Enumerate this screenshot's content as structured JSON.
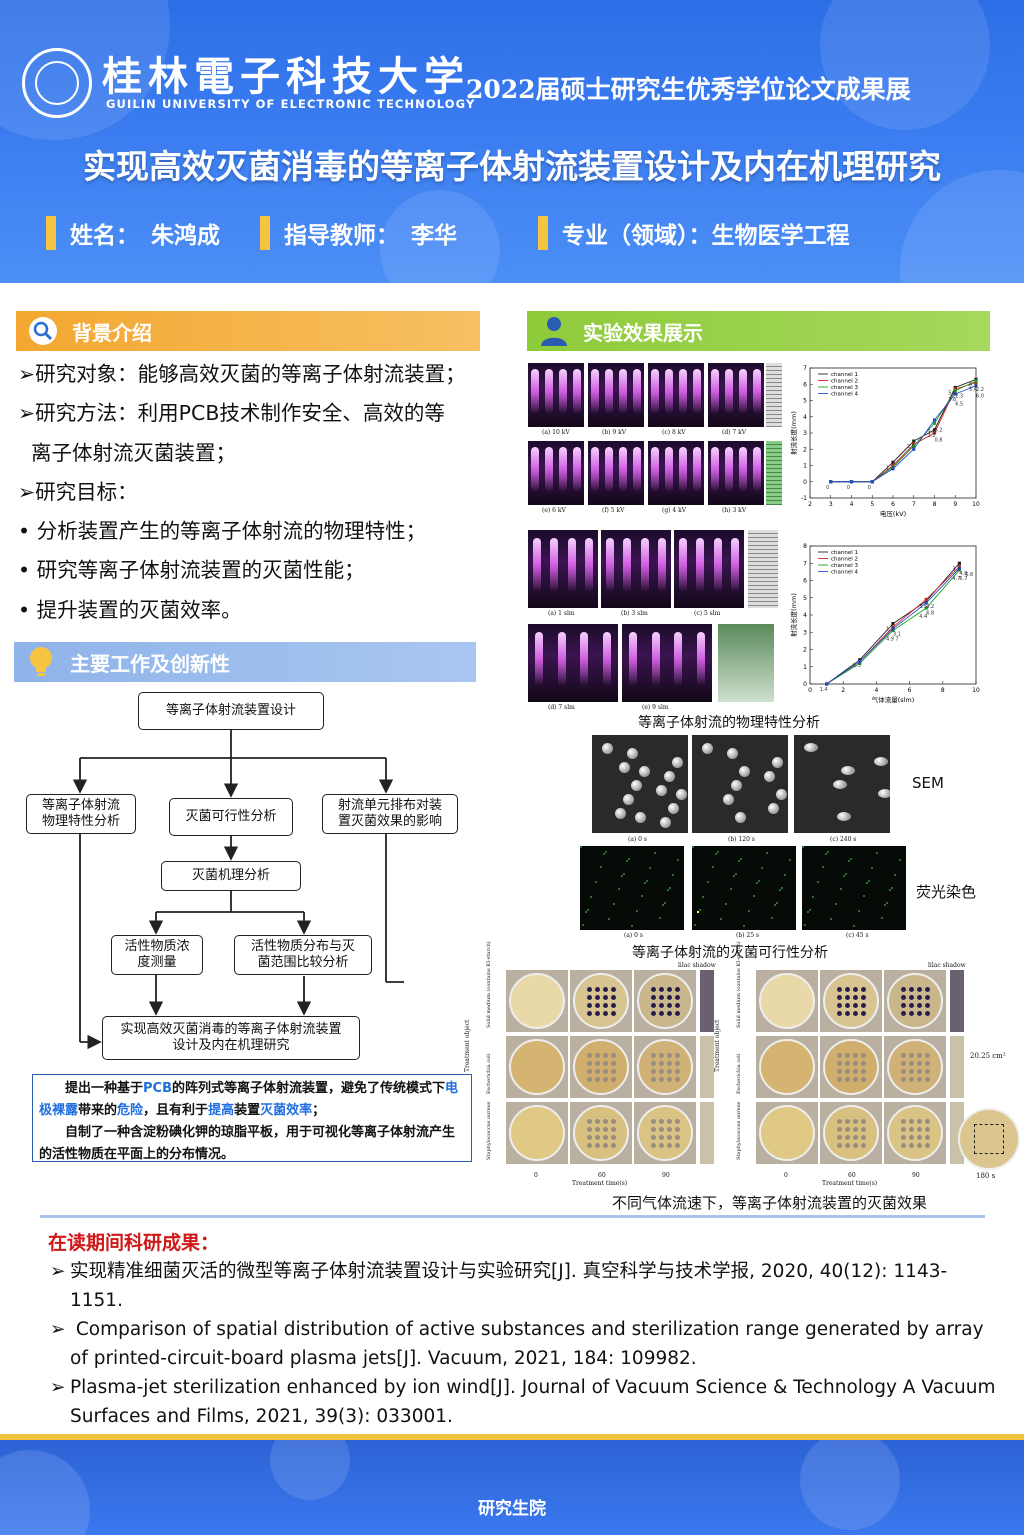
{
  "header": {
    "university_cn": "桂林電子科技大学",
    "university_en": "GUILIN UNIVERSITY OF ELECTRONIC TECHNOLOGY",
    "exhibit": "2022届硕士研究生优秀学位论文成果展",
    "title": "实现高效灭菌消毒的等离子体射流装置设计及内在机理研究",
    "name_label": "姓名：",
    "name": "朱鸿成",
    "advisor_label": "指导教师：",
    "advisor": "李华",
    "major_label": "专业（领域）：",
    "major": "生物医学工程"
  },
  "background": {
    "title": "背景介绍",
    "lines": [
      "➢研究对象：能够高效灭菌的等离子体射流装置；",
      "➢研究方法：利用PCB技术制作安全、高效的等",
      "  离子体射流灭菌装置；",
      "➢研究目标：",
      "• 分析装置产生的等离子体射流的物理特性；",
      "• 研究等离子体射流装置的灭菌性能；",
      "• 提升装置的灭菌效率。"
    ]
  },
  "main_work": {
    "title": "主要工作及创新性",
    "flow": {
      "design": "等离子体射流装置设计",
      "physics": "等离子体射流物理特性分析",
      "feasibility": "灭菌可行性分析",
      "arrangement": "射流单元排布对装置灭菌效果的影响",
      "mechanism": "灭菌机理分析",
      "concentration": "活性物质浓度测量",
      "distribution": "活性物质分布与灭菌范围比较分析",
      "result": "实现高效灭菌消毒的等离子体射流装置设计及内在机理研究"
    },
    "innovation": {
      "p1a": "提出一种基于",
      "p1b": "PCB",
      "p1c": "的阵列式等离子体射流装置，避免了传统模式下",
      "p1d": "电极裸露",
      "p1e": "带来的",
      "p1f": "危险",
      "p1g": "，且有利于",
      "p1h": "提高",
      "p1i": "装置",
      "p1j": "灭菌效率",
      "p1k": "；",
      "p2": "自制了一种含淀粉碘化钾的琼脂平板，用于可视化等离子体射流产生的活性物质在平面上的分布情况。"
    }
  },
  "results": {
    "title": "实验效果展示",
    "voltage_labels": [
      "(a) 10 kV",
      "(b) 9 kV",
      "(c) 8 kV",
      "(d) 7 kV",
      "(e) 6 kV",
      "(f) 5 kV",
      "(g) 4 kV",
      "(h) 3 kV"
    ],
    "flow_labels": [
      "(a) 1 slm",
      "(b) 3 slm",
      "(c) 5 slm",
      "(d) 7 slm",
      "(e) 9 slm"
    ],
    "physics_caption": "等离子体射流的物理特性分析",
    "sem_label": "SEM",
    "sem_times": [
      "(a)  0 s",
      "(b)  120 s",
      "(c)  240 s"
    ],
    "fluor_label": "荧光染色",
    "fluor_times": [
      "(a)  0 s",
      "(b)  25 s",
      "(c)  45 s"
    ],
    "feasibility_caption": "等离子体射流的灭菌可行性分析",
    "plate_caption": "不同气体流速下，等离子体射流装置的灭菌效果",
    "plate_notes": {
      "lilac": "lilac shadow",
      "area": "20.25 cm²",
      "time180": "180 s",
      "xlabel": "Treatment time(s)",
      "ticks": [
        "0",
        "60",
        "90"
      ],
      "ylabel": "Treatment object",
      "rows": [
        "Solid medium (contains KI-starch)",
        "Escherichia coli",
        "Staphylococcus aureus"
      ]
    }
  },
  "achievements": {
    "title": "在读期间科研成果：",
    "items": [
      "实现精准细菌灭活的微型等离子体射流装置设计与实验研究[J]. 真空科学与技术学报, 2020, 40(12): 1143-1151.",
      " Comparison of spatial distribution of active substances and sterilization range generated by array of printed-circuit-board plasma jets[J]. Vacuum, 2021, 184: 109982.",
      "Plasma-jet sterilization enhanced by ion wind[J]. Journal of Vacuum Science & Technology A Vacuum Surfaces and Films, 2021, 39(3): 033001."
    ]
  },
  "footer": {
    "text": "研究生院"
  },
  "chart_data": [
    {
      "type": "line",
      "xlabel": "电压(kV)",
      "ylabel": "射流长度(mm)",
      "xlim": [
        2,
        10
      ],
      "ylim": [
        -1,
        7
      ],
      "xticks": [
        2,
        3,
        4,
        5,
        6,
        7,
        8,
        9,
        10
      ],
      "yticks": [
        -1,
        0,
        1,
        2,
        3,
        4,
        5,
        6,
        7
      ],
      "legend": "top-left",
      "x": [
        3,
        4,
        5,
        6,
        7,
        8,
        9,
        10
      ],
      "series": [
        {
          "name": "channel 1",
          "color": "#222222",
          "values": [
            0,
            0,
            0,
            1.2,
            2.5,
            3.2,
            5.8,
            6.3
          ]
        },
        {
          "name": "channel 2",
          "color": "#d62020",
          "values": [
            0,
            0,
            0,
            1.0,
            2.3,
            3.0,
            5.7,
            6.1
          ]
        },
        {
          "name": "channel 3",
          "color": "#22a022",
          "values": [
            0,
            0,
            0,
            0.9,
            2.2,
            3.6,
            5.6,
            6.2
          ]
        },
        {
          "name": "channel 4",
          "color": "#2050d0",
          "values": [
            0,
            0,
            0,
            0.8,
            2.0,
            3.8,
            5.4,
            5.9
          ]
        }
      ],
      "data_labels": [
        "0",
        "0",
        "0",
        "1.2",
        "2.5",
        "3.2",
        "5.8",
        "6.3",
        "0.8",
        "2.3",
        "2.2",
        "3.8",
        "3.6",
        "5.4",
        "6.2",
        "6.5",
        "6.0"
      ]
    },
    {
      "type": "line",
      "xlabel": "气体流量(slm)",
      "ylabel": "射流长度(mm)",
      "xlim": [
        0,
        10
      ],
      "ylim": [
        0,
        8
      ],
      "xticks": [
        0,
        2,
        4,
        6,
        8,
        10
      ],
      "yticks": [
        0,
        1,
        2,
        3,
        4,
        5,
        6,
        7,
        8
      ],
      "legend": "top-left",
      "x": [
        1,
        3,
        5,
        7,
        9
      ],
      "series": [
        {
          "name": "channel 1",
          "color": "#222222",
          "values": [
            0,
            1.4,
            3.5,
            4.8,
            7.0
          ]
        },
        {
          "name": "channel 2",
          "color": "#d62020",
          "values": [
            0,
            1.3,
            3.3,
            4.9,
            6.8
          ]
        },
        {
          "name": "channel 3",
          "color": "#22a022",
          "values": [
            0,
            1.2,
            3.1,
            4.4,
            6.6
          ]
        },
        {
          "name": "channel 4",
          "color": "#2050d0",
          "values": [
            0,
            1.3,
            3.2,
            4.7,
            6.7
          ]
        }
      ],
      "data_labels": [
        "1.4",
        "1.3",
        "1.2",
        "3.5",
        "3.3",
        "3.1",
        "3.2",
        "4.8",
        "4.9",
        "4.4",
        "4.7",
        "7",
        "6.8",
        "6.7",
        "6.6"
      ]
    }
  ]
}
